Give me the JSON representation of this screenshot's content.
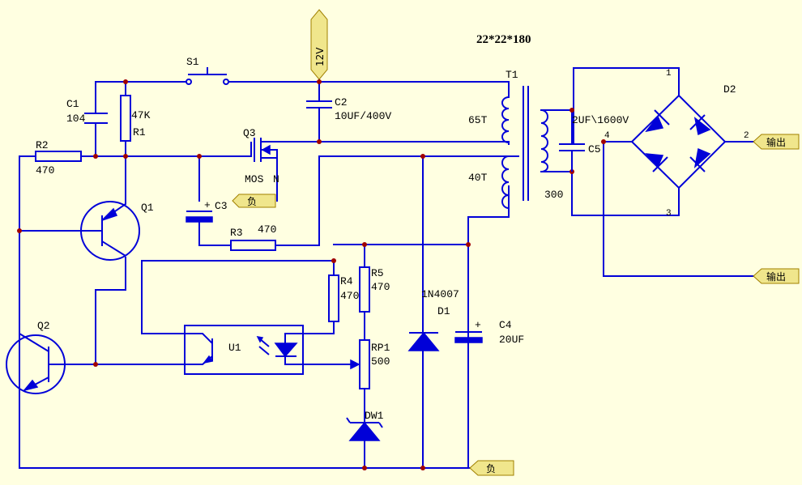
{
  "title": "22*22*180",
  "supply_label": "12V",
  "ports": {
    "neg_c3": "负",
    "neg_bottom": "负",
    "out_top": "输出",
    "out_bottom": "输出"
  },
  "components": {
    "S1": "S1",
    "C1": {
      "name": "C1",
      "value": "104"
    },
    "R1": {
      "name": "R1",
      "value": "47K"
    },
    "R2": {
      "name": "R2",
      "value": "470"
    },
    "R3": {
      "name": "R3",
      "value": "470"
    },
    "R4": {
      "name": "R4",
      "value": "470"
    },
    "R5": {
      "name": "R5",
      "value": "470"
    },
    "RP1": {
      "name": "RP1",
      "value": "500"
    },
    "C2": {
      "name": "C2",
      "value": "10UF/400V"
    },
    "C3": {
      "name": "C3"
    },
    "C4": {
      "name": "C4",
      "value": "20UF"
    },
    "C5": {
      "name": "C5",
      "value": "2UF\\1600V"
    },
    "Q1": "Q1",
    "Q2": "Q2",
    "Q3": {
      "name": "Q3",
      "type": "MOS",
      "pin": "N"
    },
    "U1": "U1",
    "T1": {
      "name": "T1",
      "primary": "65T",
      "secondary": "40T",
      "output": "300"
    },
    "D1": {
      "name": "D1",
      "type": "1N4007"
    },
    "D2": {
      "name": "D2",
      "pin1": "1",
      "pin2": "2",
      "pin3": "3",
      "pin4": "4"
    },
    "DW1": "DW1"
  }
}
